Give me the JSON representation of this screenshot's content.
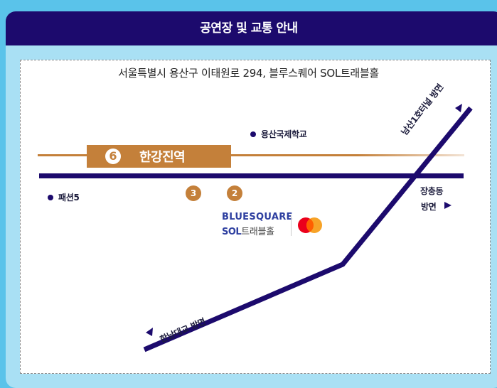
{
  "header": {
    "title": "공연장 및 교통 안내"
  },
  "map": {
    "address": "서울특별시 용산구 이태원로 294, 블루스퀘어 SOL트래블홀",
    "station": {
      "line": "6",
      "name": "한강진역"
    },
    "exits": [
      "3",
      "2"
    ],
    "pois": {
      "school": "용산국제학교",
      "fashion": "패션5"
    },
    "directions": {
      "namsan": "남산1호터널 방면",
      "jangchung_line1": "장충동",
      "jangchung_line2": "방면",
      "hannam": "한남대교 방면"
    },
    "logo": {
      "top": "BLUESQUARE",
      "bottom_brand": "SOL",
      "bottom_name": "트래블홀"
    },
    "colors": {
      "road": "#1c0a6d",
      "subway_line6": "#c4803a",
      "header_bg": "#1c0a6d",
      "page_bg": "#5ac3ea",
      "panel_bg": "#a9e0f4",
      "mastercard_red": "#eb001b",
      "mastercard_yellow": "#f79e1b"
    }
  }
}
